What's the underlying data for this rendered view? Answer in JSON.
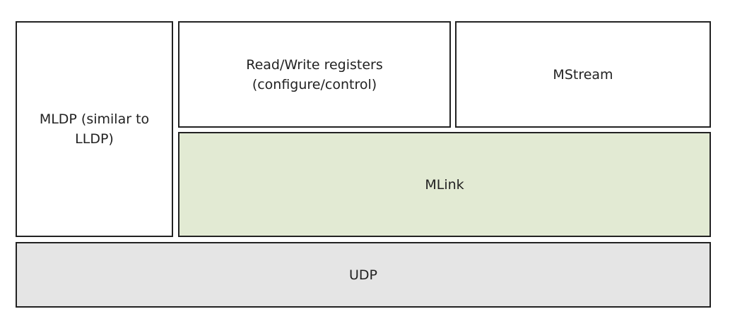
{
  "blocks": {
    "mldp": {
      "label": "MLDP (similar to LLDP)",
      "fill": "#ffffff"
    },
    "read_write": {
      "line1": "Read/Write registers",
      "line2": "(configure/control)",
      "fill": "#ffffff"
    },
    "mstream": {
      "label": "MStream",
      "fill": "#ffffff"
    },
    "mlink": {
      "label": "MLink",
      "fill": "#e2ead3"
    },
    "udp": {
      "label": "UDP",
      "fill": "#e5e5e5"
    }
  },
  "colors": {
    "border": "#222222",
    "text": "#222222"
  }
}
